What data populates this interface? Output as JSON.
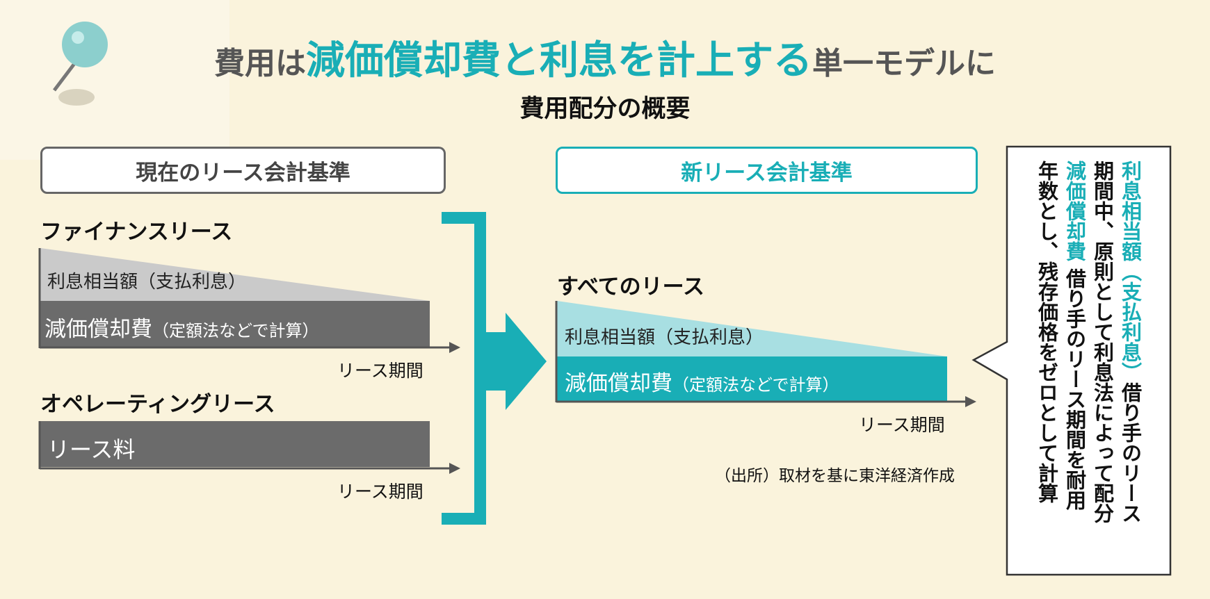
{
  "title": {
    "part1": "費用は",
    "highlight": "減価償却費と利息を計上する",
    "part2": "単一モデルに"
  },
  "subtitle": "費用配分の概要",
  "current": {
    "header": "現在のリース会計基準",
    "finance_label": "ファイナンスリース",
    "interest_label": "利息相当額（支払利息）",
    "depreciation_label": "減価償却費",
    "depreciation_note": "（定額法などで計算）",
    "period_label": "リース期間",
    "operating_label": "オペレーティングリース",
    "lease_fee_label": "リース料",
    "period_label2": "リース期間"
  },
  "new": {
    "header": "新リース会計基準",
    "all_label": "すべてのリース",
    "interest_label": "利息相当額（支払利息）",
    "depreciation_label": "減価償却費",
    "depreciation_note": "（定額法などで計算）",
    "period_label": "リース期間",
    "source": "（出所）取材を基に東洋経済作成"
  },
  "callout": {
    "col1_term": "利息相当額（支払利息）",
    "col1_text": "借り手のリース",
    "col2_text": "期間中、原則として利息法によって配分",
    "col3_term": "減価償却費",
    "col3_text": " 借り手のリース期間を耐用",
    "col4_text": "年数とし、残存価格をゼロとして計算"
  },
  "colors": {
    "teal": "#19aeb6",
    "light_teal": "#a8dfe2",
    "dark_gray": "#6b6b6b",
    "light_gray": "#cacaca",
    "background": "#faf3dc"
  }
}
